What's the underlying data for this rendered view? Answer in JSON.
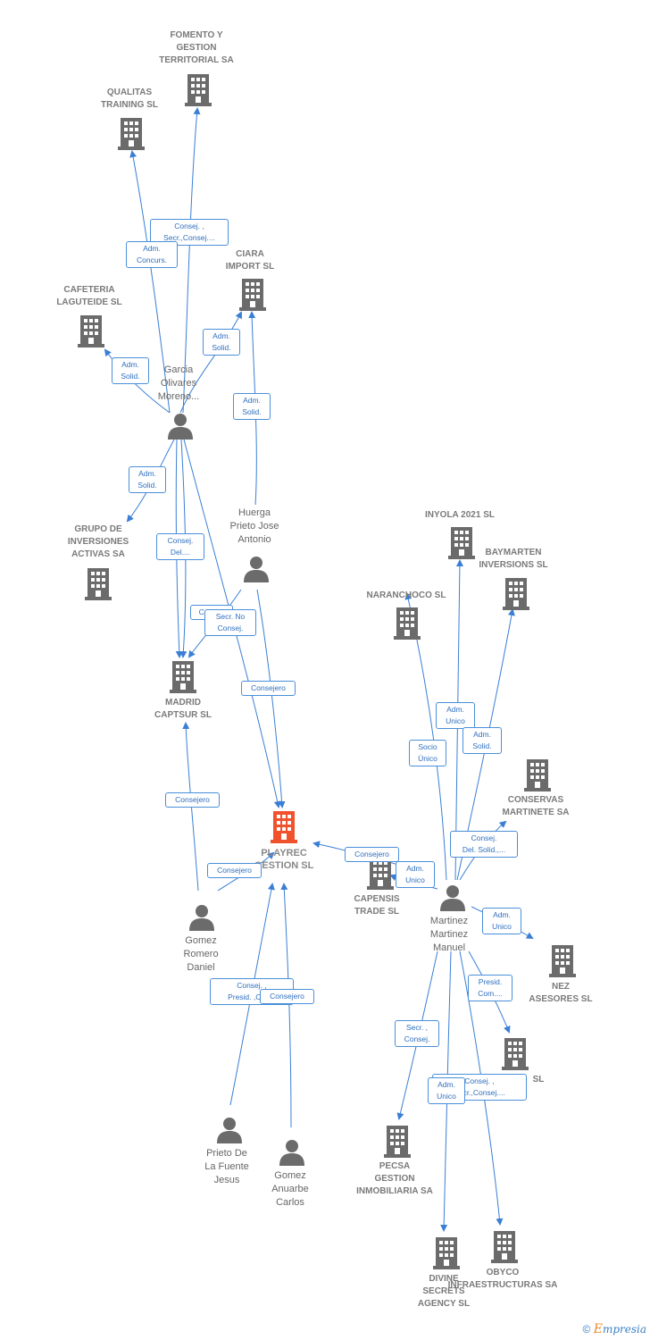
{
  "colors": {
    "edge": "#3a7fd5",
    "icon": "#6b6b6b",
    "focus": "#f0522d",
    "label_border": "#4a8fd9"
  },
  "nodes": {
    "fomento": {
      "label": "FOMENTO Y\nGESTION\nTERRITORIAL SA",
      "type": "company"
    },
    "qualitas": {
      "label": "QUALITAS\nTRAINING SL",
      "type": "company"
    },
    "ciara": {
      "label": "CIARA\nIMPORT SL",
      "type": "company"
    },
    "cafeteria": {
      "label": "CAFETERIA\nLAGUTEIDE SL",
      "type": "company"
    },
    "garcia": {
      "label": "Garcia\nOlivares\nMoreno...",
      "type": "person"
    },
    "grupo": {
      "label": "GRUPO DE\nINVERSIONES\nACTIVAS SA",
      "type": "company"
    },
    "huerga": {
      "label": "Huerga\nPrieto Jose\nAntonio",
      "type": "person"
    },
    "madrid": {
      "label": "MADRID\nCAPTSUR SL",
      "type": "company"
    },
    "playrec": {
      "label": "PLAYREC\nGESTION SL",
      "type": "focus"
    },
    "gomez_romero": {
      "label": "Gomez\nRomero\nDaniel",
      "type": "person"
    },
    "prieto": {
      "label": "Prieto De\nLa Fuente\nJesus",
      "type": "person"
    },
    "gomez_anuarbe": {
      "label": "Gomez\nAnuarbe\nCarlos",
      "type": "person"
    },
    "inyola": {
      "label": "INYOLA 2021 SL",
      "type": "company"
    },
    "baymarten": {
      "label": "BAYMARTEN\nINVERSIONS SL",
      "type": "company"
    },
    "naranchoco": {
      "label": "NARANCHOCO SL",
      "type": "company"
    },
    "conservas": {
      "label": "CONSERVAS\nMARTINETE SA",
      "type": "company"
    },
    "capensis": {
      "label": "CAPENSIS\nTRADE SL",
      "type": "company"
    },
    "martinez": {
      "label": "Martinez\nMartinez\nManuel",
      "type": "person"
    },
    "nez": {
      "label": "NEZ\nASESORES SL",
      "type": "company"
    },
    "sl_hidden": {
      "label": "SL",
      "type": "company"
    },
    "pecsa": {
      "label": "PECSA\nGESTION\nINMOBILIARIA SA",
      "type": "company"
    },
    "divine": {
      "label": "DIVINE\nSECRETS\nAGENCY SL",
      "type": "company"
    },
    "obyco": {
      "label": "OBYCO\nINFRAESTRUCTURAS SA",
      "type": "company"
    }
  },
  "relations": {
    "r1": "Consej. ,\nSecr.,Consej....",
    "r2": "Adm.\nConcurs.",
    "r3": "Adm.\nSolid.",
    "r4": "Adm.\nSolid.",
    "r5": "Adm.\nSolid.",
    "r6": "Adm.\nSolid.",
    "r7": "Consej.\nDel....",
    "r8": "Consej.",
    "r9": "Secr.  No\nConsej.",
    "r10": "Consejero",
    "r11": "Consejero",
    "r12": "Consejero",
    "r13": "Consejero",
    "r14": "Adm.\nUnico",
    "r15": "Adm.\nUnico",
    "r16": "Adm.\nSolid.",
    "r17": "Socio\nÚnico",
    "r18": "Consej.\nDel. Solid.,...",
    "r19": "Adm.\nUnico",
    "r20": "Presid.\nCom....",
    "r21": "Consej. ,\nPresid. ,Con...",
    "r22": "Consejero",
    "r23": "Secr. ,\nConsej.",
    "r24": "Consej. ,\nSecr.,Consej....",
    "r25": "Adm.\nUnico"
  },
  "footer": {
    "copyright": "©",
    "brand_first": "E",
    "brand_rest": "mpresia"
  }
}
